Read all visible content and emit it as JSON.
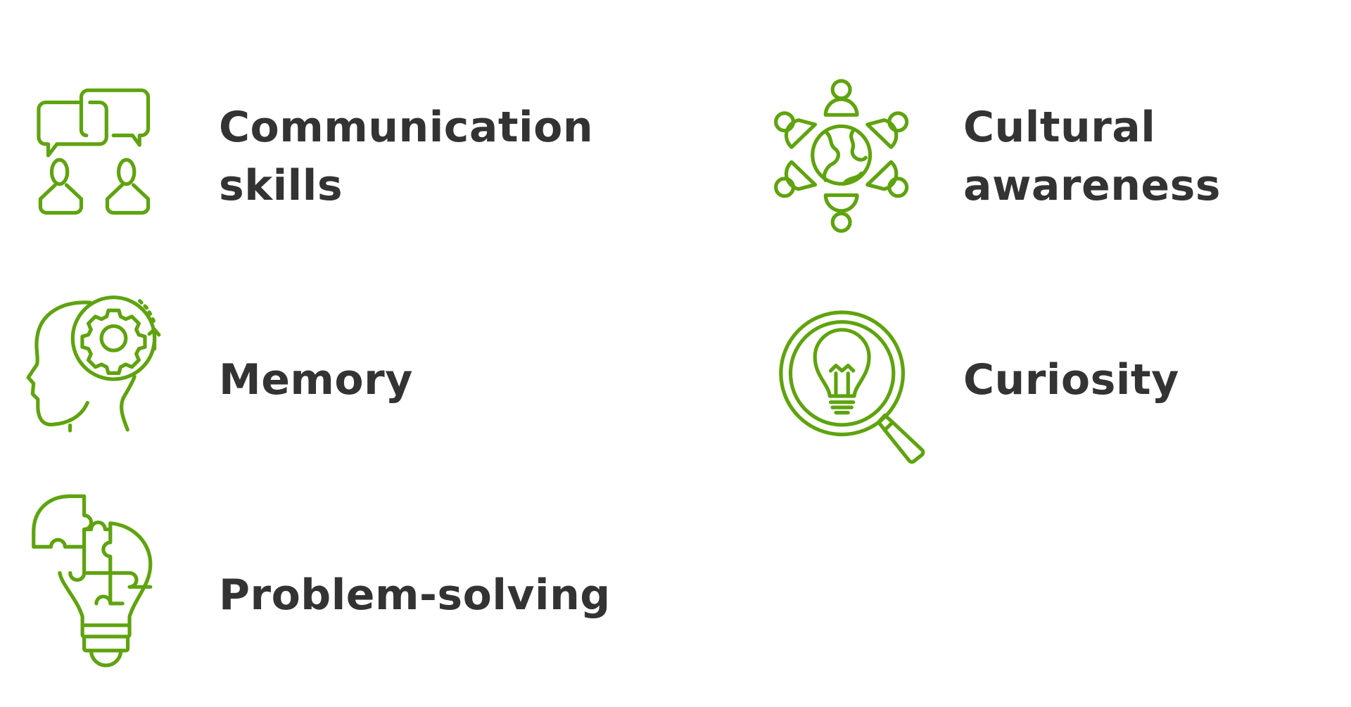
{
  "accent_color": "#5fa30e",
  "text_color": "#333333",
  "skills": [
    {
      "icon": "communication-icon",
      "line1": "Communication",
      "line2": "skills"
    },
    {
      "icon": "head-gear-icon",
      "line1": "Memory"
    },
    {
      "icon": "puzzle-lightbulb-icon",
      "line1": "Problem-solving"
    },
    {
      "icon": "globe-people-icon",
      "line1": "Cultural",
      "line2": "awareness"
    },
    {
      "icon": "magnifier-lightbulb-icon",
      "line1": "Curiosity"
    }
  ]
}
